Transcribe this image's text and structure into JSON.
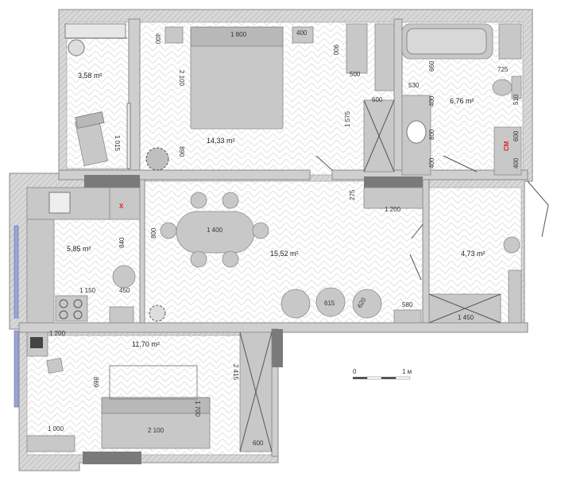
{
  "rooms": {
    "balcony_area": "3,58 m²",
    "bedroom_area": "14,33 m²",
    "bath_area": "6,76 m²",
    "kitchen_area": "5,85 m²",
    "living_area": "15,52 m²",
    "hall_area": "4,73 m²",
    "child_area": "11,70 m²"
  },
  "dimensions": {
    "d400a": "400",
    "d1800": "1 800",
    "d400b": "400",
    "d900": "900",
    "d2100a": "2 100",
    "d500": "500",
    "d530": "530",
    "d660": "660",
    "d725": "725",
    "d600a": "600",
    "d400c": "400",
    "d510": "510",
    "d1015": "1 015",
    "d890": "890",
    "d1575": "1 575",
    "d800a": "800",
    "d400d": "400",
    "d600b": "600",
    "d275": "275",
    "d1200a": "1 200",
    "d800b": "800",
    "d1400": "1 400",
    "d840": "840",
    "d1150": "1 150",
    "d450": "450",
    "d615": "615",
    "d620": "620",
    "d580": "580",
    "d1450": "1 450",
    "d1200b": "1 200",
    "d869": "869",
    "d1700": "1 700",
    "d2415": "2 415",
    "d1000": "1 000",
    "d2100b": "2 100",
    "d600c": "600"
  },
  "labels": {
    "washer": "CM",
    "cross": "X"
  },
  "scale": {
    "zero": "0",
    "one": "1 м"
  }
}
